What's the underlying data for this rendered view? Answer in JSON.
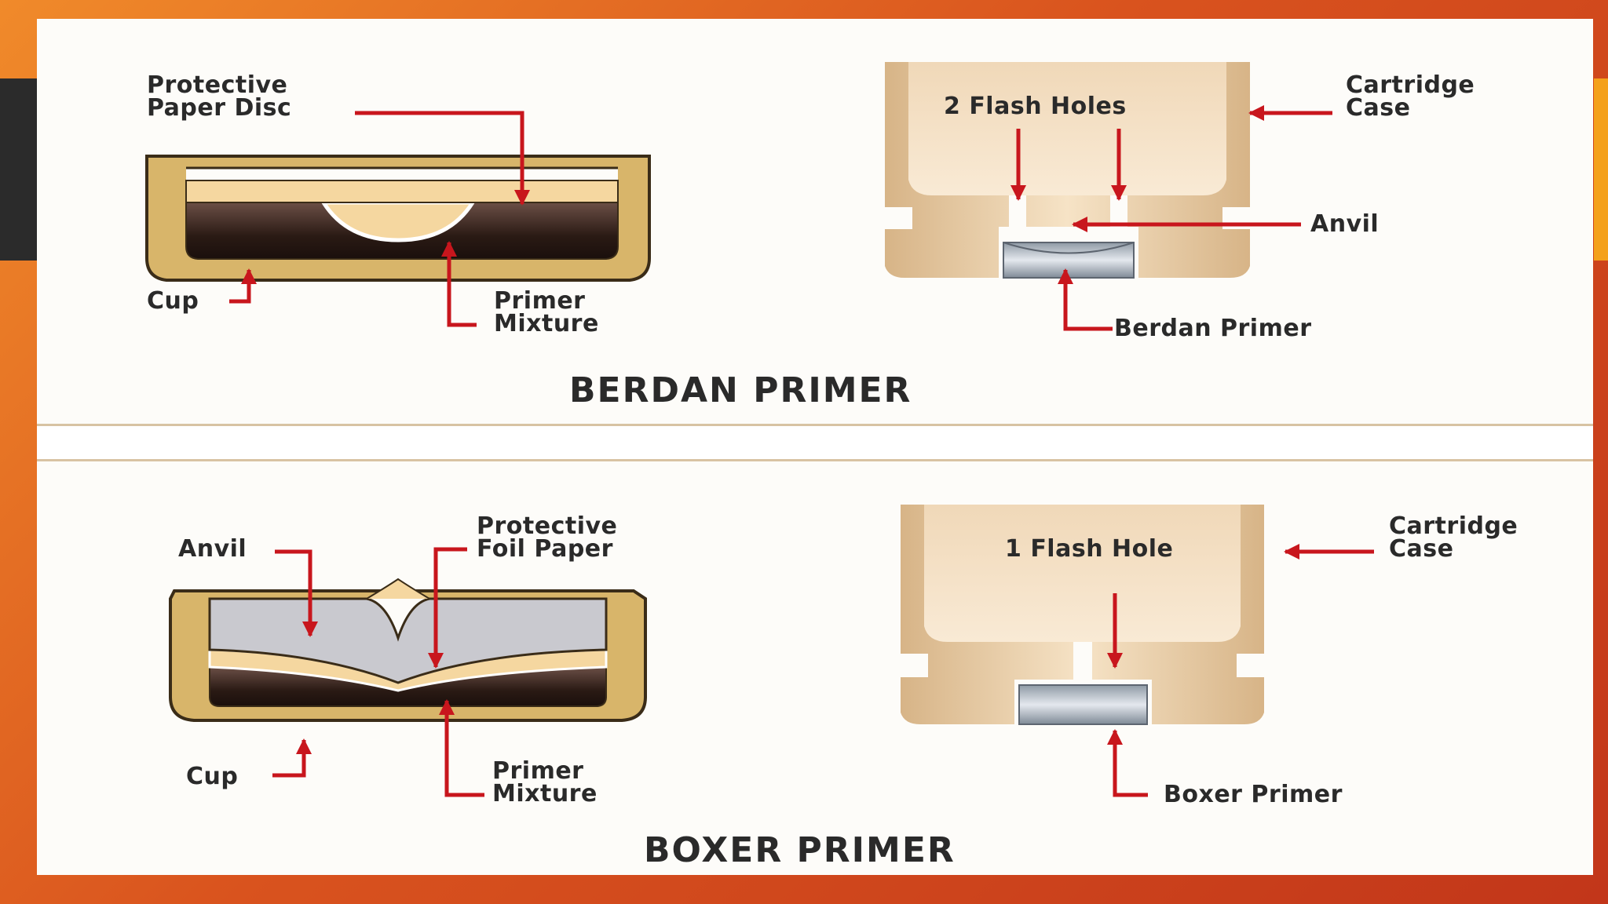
{
  "colors": {
    "cup": "#d8b56a",
    "cup_stroke": "#3a2c18",
    "paper": "#f5d7a0",
    "mixture": "#2a1a14",
    "anvil": "#c9c9cf",
    "case": "#dcb98d",
    "arrow": "#c8161d"
  },
  "berdan": {
    "title": "BERDAN PRIMER",
    "labels": {
      "protective_paper_disc": "Protective\nPaper Disc",
      "cup": "Cup",
      "primer_mixture": "Primer\nMixture",
      "flash_holes": "2 Flash Holes",
      "cartridge_case": "Cartridge\nCase",
      "anvil": "Anvil",
      "berdan_primer": "Berdan Primer"
    }
  },
  "boxer": {
    "title": "BOXER PRIMER",
    "labels": {
      "anvil": "Anvil",
      "protective_foil_paper": "Protective\nFoil Paper",
      "cup": "Cup",
      "primer_mixture": "Primer\nMixture",
      "flash_hole": "1 Flash Hole",
      "cartridge_case": "Cartridge\nCase",
      "boxer_primer": "Boxer Primer"
    }
  }
}
